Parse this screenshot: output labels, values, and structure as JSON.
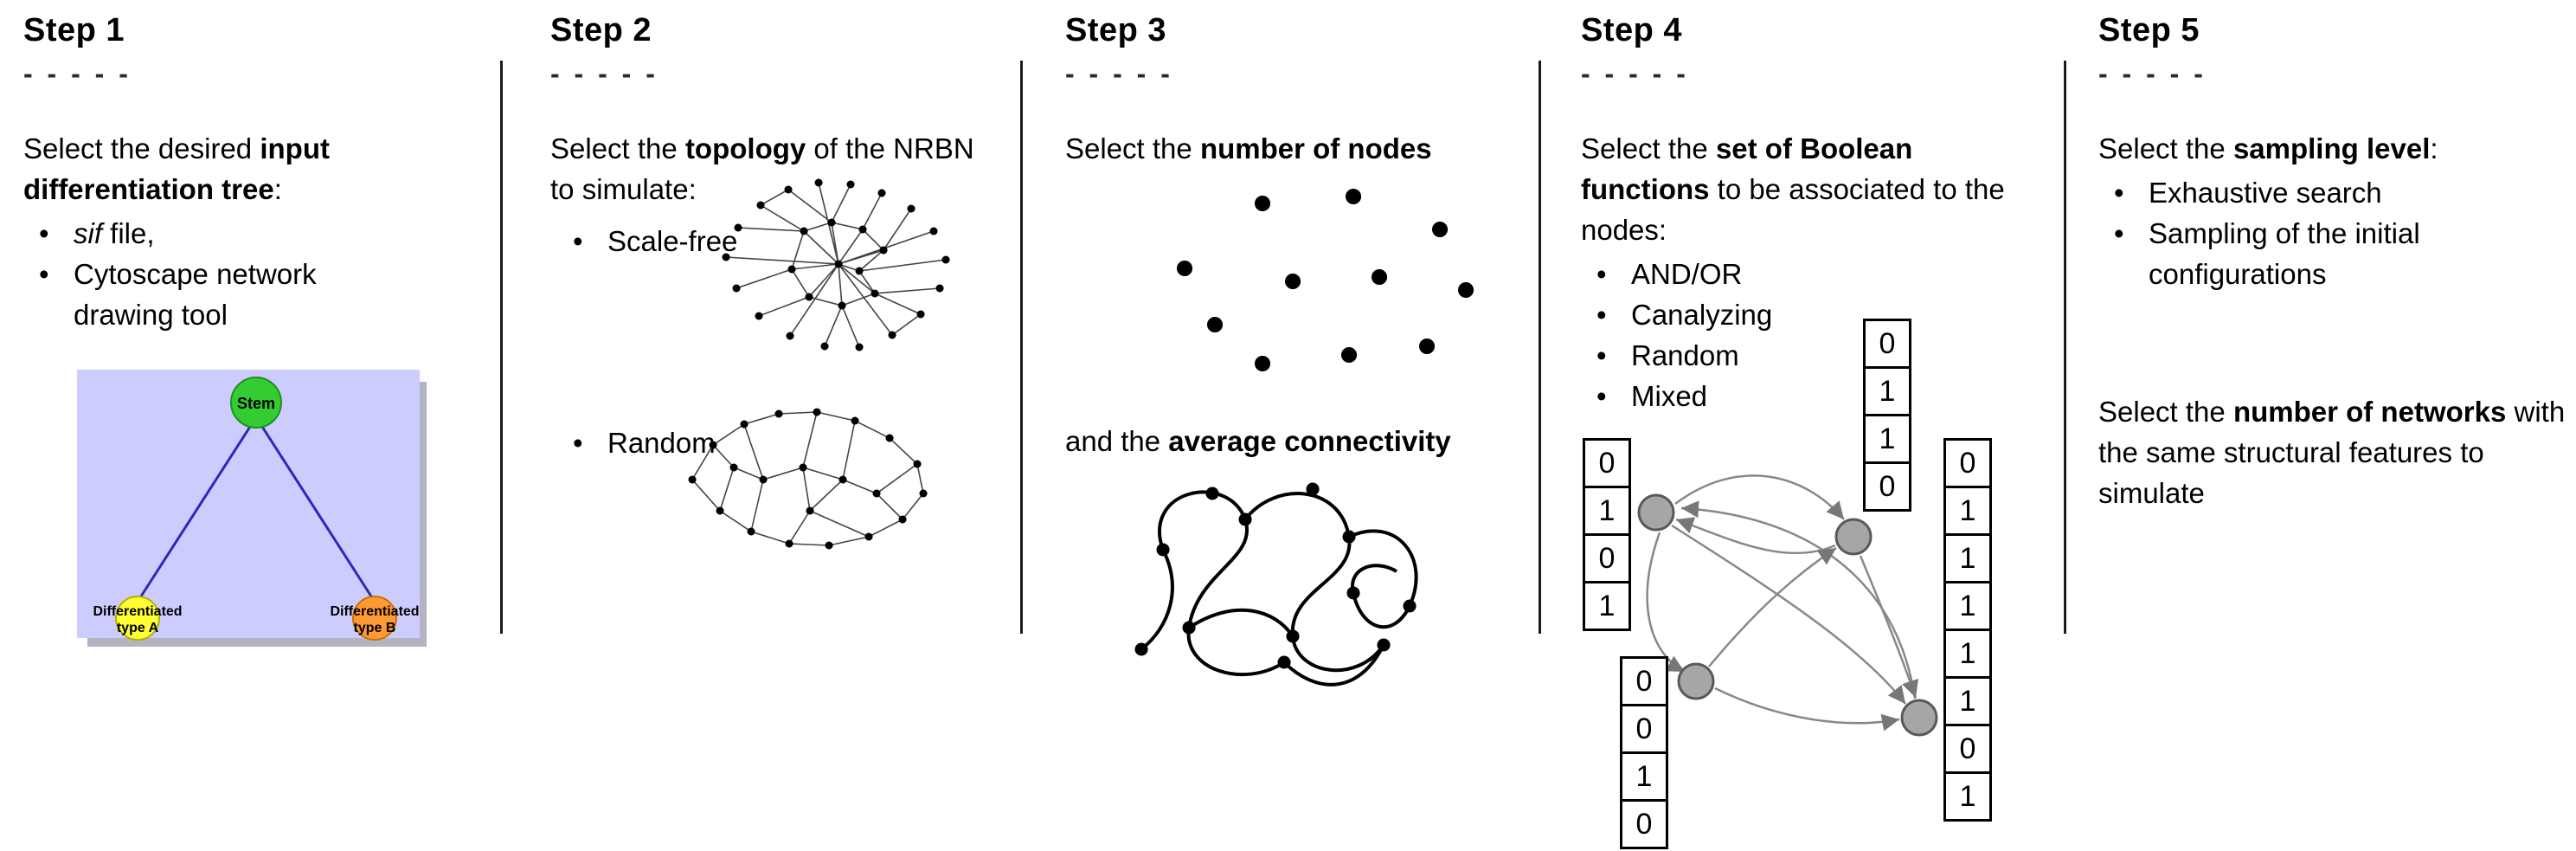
{
  "steps": {
    "step1": {
      "title": "Step 1",
      "dashes": "- - - - -",
      "intro": {
        "pre": "Select the desired ",
        "bold": "input differentiation tree",
        "post": ":"
      },
      "bullets_rich": [
        {
          "italic": "sif",
          "rest": " file,"
        },
        {
          "text": "Cytoscape network drawing tool"
        }
      ],
      "tree": {
        "root": "Stem",
        "left": [
          "Differentiated",
          "type A"
        ],
        "right": [
          "Differentiated",
          "type B"
        ],
        "colors": {
          "bg": "#ccccff",
          "root": "#33cc33",
          "left": "#ffff33",
          "right": "#ff9933",
          "edge": "#2a2ab8"
        }
      }
    },
    "step2": {
      "title": "Step 2",
      "dashes": "- - - - -",
      "intro": {
        "pre": "Select the ",
        "bold": "topology",
        "post": " of the NRBN to simulate:"
      },
      "bullets": [
        "Scale-free",
        "Random"
      ]
    },
    "step3": {
      "title": "Step 3",
      "dashes": "- - - - -",
      "line1": {
        "pre": "Select the ",
        "bold": "number of nodes"
      },
      "line2": {
        "pre": "and the ",
        "bold": "average connectivity"
      }
    },
    "step4": {
      "title": "Step 4",
      "dashes": "- - - - -",
      "intro": {
        "pre": "Select the ",
        "bold": "set of Boolean functions",
        "post": " to be associated to the nodes:"
      },
      "bullets": [
        "AND/OR",
        "Canalyzing",
        "Random",
        "Mixed"
      ],
      "truth_tables": {
        "left": [
          "0",
          "1",
          "0",
          "1"
        ],
        "top": [
          "0",
          "1",
          "1",
          "0"
        ],
        "bottom_left": [
          "0",
          "0",
          "1",
          "0"
        ],
        "right": [
          "0",
          "1",
          "1",
          "1",
          "1",
          "1",
          "0",
          "1"
        ]
      }
    },
    "step5": {
      "title": "Step 5",
      "dashes": "- - - - -",
      "intro": {
        "pre": "Select the ",
        "bold": "sampling level",
        "post": ":"
      },
      "bullets": [
        "Exhaustive search",
        "Sampling of the initial configurations"
      ],
      "second": {
        "pre": "Select the ",
        "bold": "number of networks",
        "post": " with the same structural features to simulate"
      }
    }
  }
}
